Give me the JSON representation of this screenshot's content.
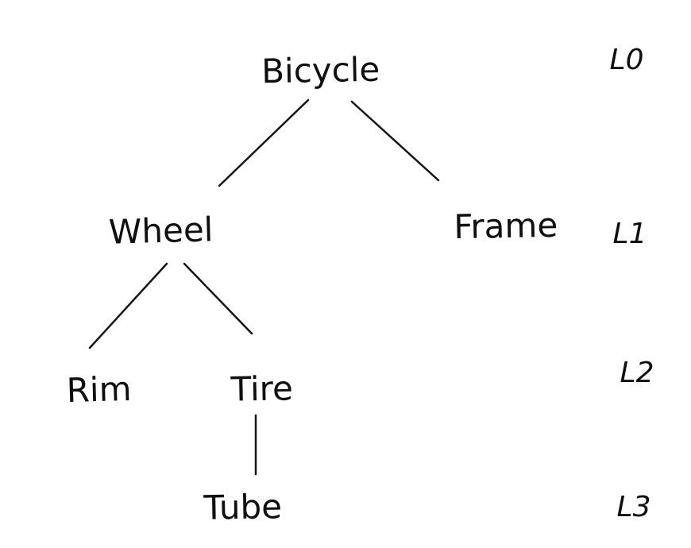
{
  "diagram": {
    "type": "tree",
    "root": "Bicycle",
    "nodes": {
      "bicycle": {
        "label": "Bicycle",
        "level": 0
      },
      "wheel": {
        "label": "Wheel",
        "level": 1
      },
      "frame": {
        "label": "Frame",
        "level": 1
      },
      "rim": {
        "label": "Rim",
        "level": 2
      },
      "tire": {
        "label": "Tire",
        "level": 2
      },
      "tube": {
        "label": "Tube",
        "level": 3
      }
    },
    "edges": [
      {
        "parent": "Bicycle",
        "child": "Wheel"
      },
      {
        "parent": "Bicycle",
        "child": "Frame"
      },
      {
        "parent": "Wheel",
        "child": "Rim"
      },
      {
        "parent": "Wheel",
        "child": "Tire"
      },
      {
        "parent": "Tire",
        "child": "Tube"
      }
    ],
    "level_labels": {
      "l0": "L0",
      "l1": "L1",
      "l2": "L2",
      "l3": "L3"
    }
  },
  "colors": {
    "ink": "#0f0f0f",
    "background": "#ffffff"
  }
}
